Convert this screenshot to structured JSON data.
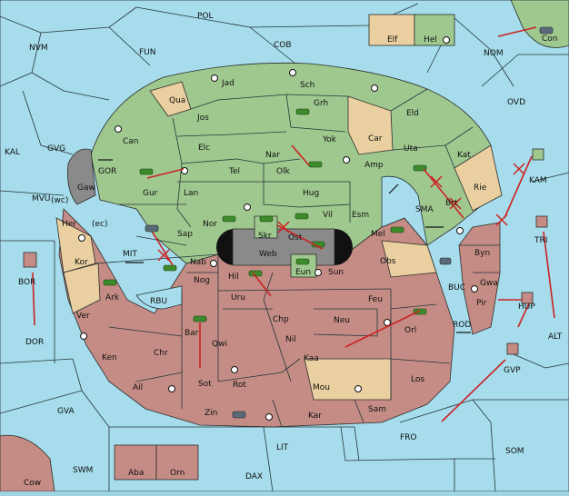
{
  "colors": {
    "sea": "#a6dceb",
    "green_power": "#9fc88f",
    "tan_power": "#ead0a0",
    "red_power": "#c48c84",
    "grey": "#8a8a8a",
    "order_arrow": "#cc2222"
  },
  "sea_labels": [
    "POL",
    "NVM",
    "FUN",
    "COB",
    "NOM",
    "Con",
    "KAL",
    "GVG",
    "OVD",
    "GOR",
    "MVU",
    "KAM",
    "SMA",
    "MIT",
    "BUC",
    "BOR",
    "RBU",
    "(wc)",
    "(ec)",
    "DOR",
    "ROD",
    "TRI",
    "ALT",
    "GVP",
    "GVA",
    "FRO",
    "SOM",
    "LIT",
    "SWM",
    "DAX",
    "Cow"
  ],
  "land_labels": [
    "Elf",
    "Hel",
    "Jad",
    "Sch",
    "Qua",
    "Grh",
    "Jos",
    "Eld",
    "Can",
    "Car",
    "Elc",
    "Yok",
    "Uta",
    "Nar",
    "Tel",
    "Olk",
    "Amp",
    "Kat",
    "Gur",
    "Gaw",
    "Lan",
    "Hug",
    "Rie",
    "Brt",
    "Her",
    "Nor",
    "Skr",
    "Vil",
    "Esm",
    "Sap",
    "Web",
    "Ost",
    "Mel",
    "Byn",
    "Kor",
    "Nab",
    "Eun",
    "Sun",
    "Obs",
    "Gwa",
    "Hil",
    "Nog",
    "Uru",
    "Feu",
    "Ark",
    "Pir",
    "Ver",
    "Chp",
    "Neu",
    "Bar",
    "Qwi",
    "Nil",
    "Orl",
    "Chr",
    "Ken",
    "Kaa",
    "Ail",
    "Sot",
    "Rot",
    "Mou",
    "Los",
    "Sam",
    "Zin",
    "Kar",
    "Aba",
    "Orn",
    "HUP"
  ]
}
